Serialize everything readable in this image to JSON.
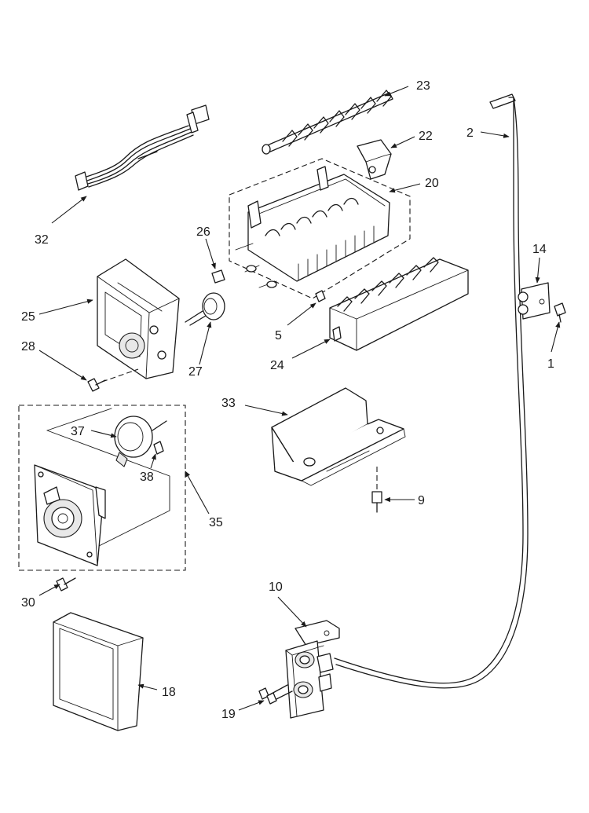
{
  "callouts": [
    "23",
    "2",
    "22",
    "20",
    "32",
    "26",
    "14",
    "25",
    "5",
    "1",
    "28",
    "27",
    "24",
    "33",
    "37",
    "38",
    "9",
    "35",
    "10",
    "30",
    "18",
    "19"
  ]
}
